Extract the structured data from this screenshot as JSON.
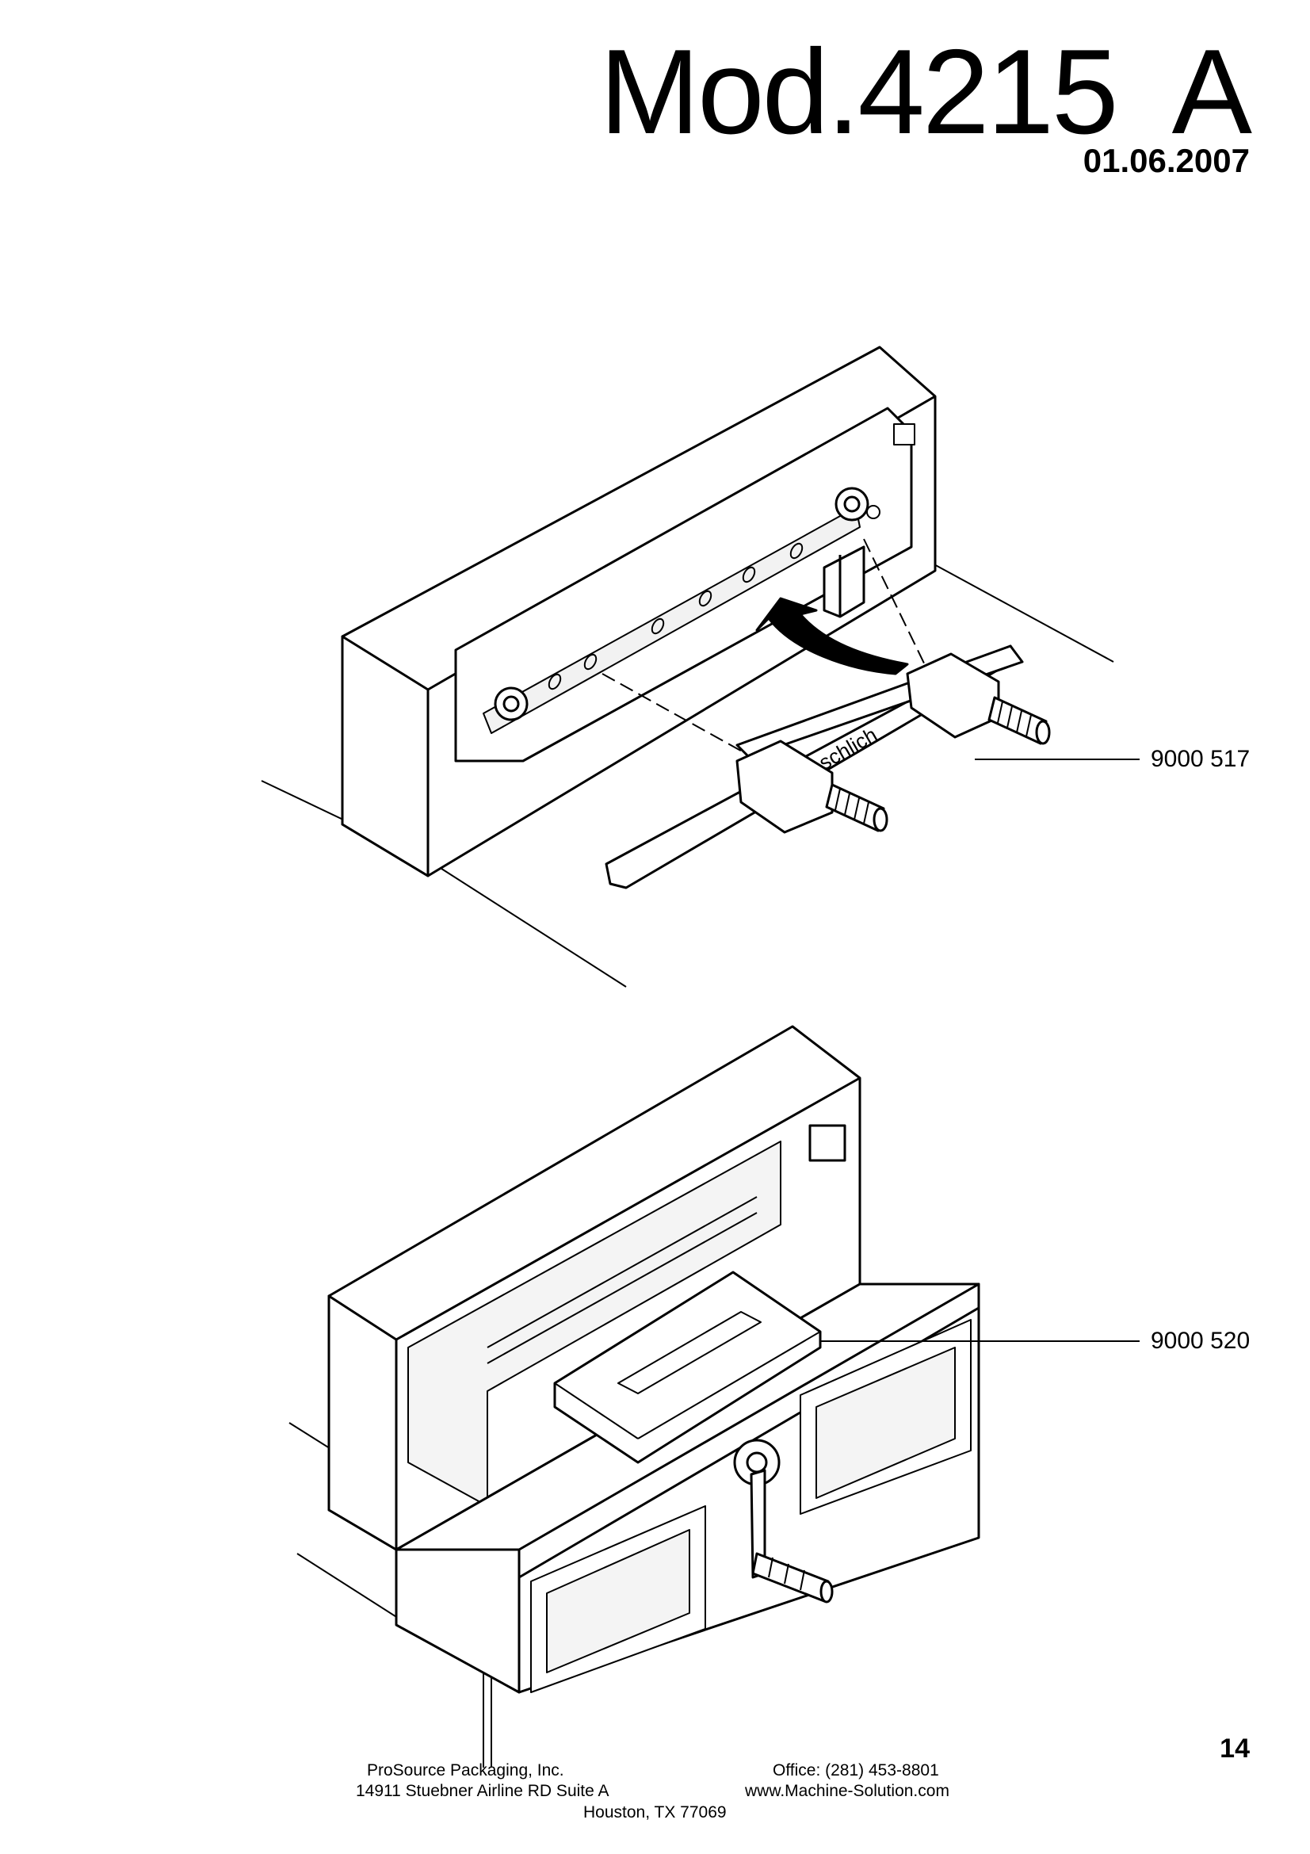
{
  "header": {
    "model": "Mod.4215  A",
    "date": "01.06.2007"
  },
  "parts": [
    {
      "number": "9000 517"
    },
    {
      "number": "9000 520"
    }
  ],
  "blade_brand_label": "schlich",
  "page_number": "14",
  "footer": {
    "company": "ProSource Packaging, Inc.",
    "address": "14911 Stuebner Airline RD Suite A",
    "city": "Houston, TX 77069",
    "office": "Office: (281) 453-8801",
    "website": "www.Machine-Solution.com"
  }
}
